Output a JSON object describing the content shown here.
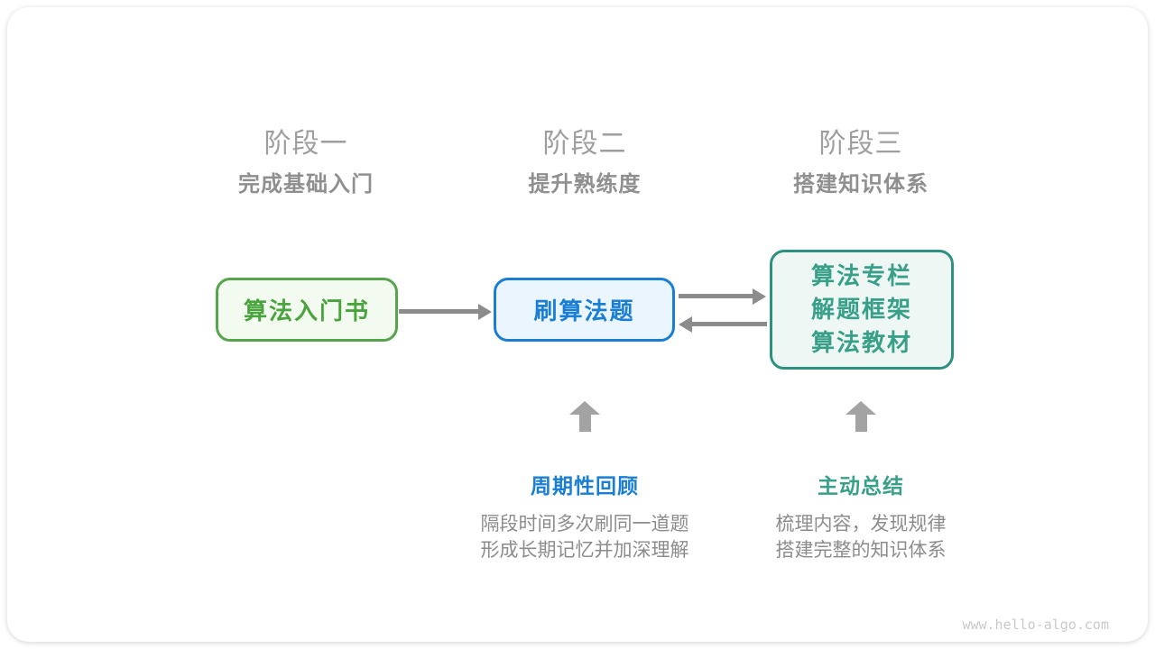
{
  "colors": {
    "stage-title": "#9e9e9e",
    "stage-subtitle": "#8f8f8f",
    "green-border": "#56a44b",
    "green-bg": "#f3faf0",
    "green-text": "#4aa43e",
    "blue-border": "#1a7fd4",
    "blue-bg": "#ebf5fd",
    "blue-text": "#1a7fd4",
    "teal-border": "#2e9180",
    "teal-bg": "#eef7f4",
    "teal-text": "#38a089",
    "arrow": "#8c8c8c",
    "up-arrow": "#a3a3a3",
    "desc-text": "#8c8c8c",
    "watermark": "#c9c9c9"
  },
  "stages": [
    {
      "title": "阶段一",
      "subtitle": "完成基础入门"
    },
    {
      "title": "阶段二",
      "subtitle": "提升熟练度"
    },
    {
      "title": "阶段三",
      "subtitle": "搭建知识体系"
    }
  ],
  "nodes": {
    "intro_book": {
      "label": "算法入门书"
    },
    "practice": {
      "label": "刷算法题"
    },
    "resources": {
      "lines": [
        "算法专栏",
        "解题框架",
        "算法教材"
      ]
    }
  },
  "annotations": {
    "review": {
      "label": "周期性回顾",
      "desc_line1": "隔段时间多次刷同一道题",
      "desc_line2": "形成长期记忆并加深理解"
    },
    "summarize": {
      "label": "主动总结",
      "desc_line1": "梳理内容，发现规律",
      "desc_line2": "搭建完整的知识体系"
    }
  },
  "watermark": "www.hello-algo.com"
}
